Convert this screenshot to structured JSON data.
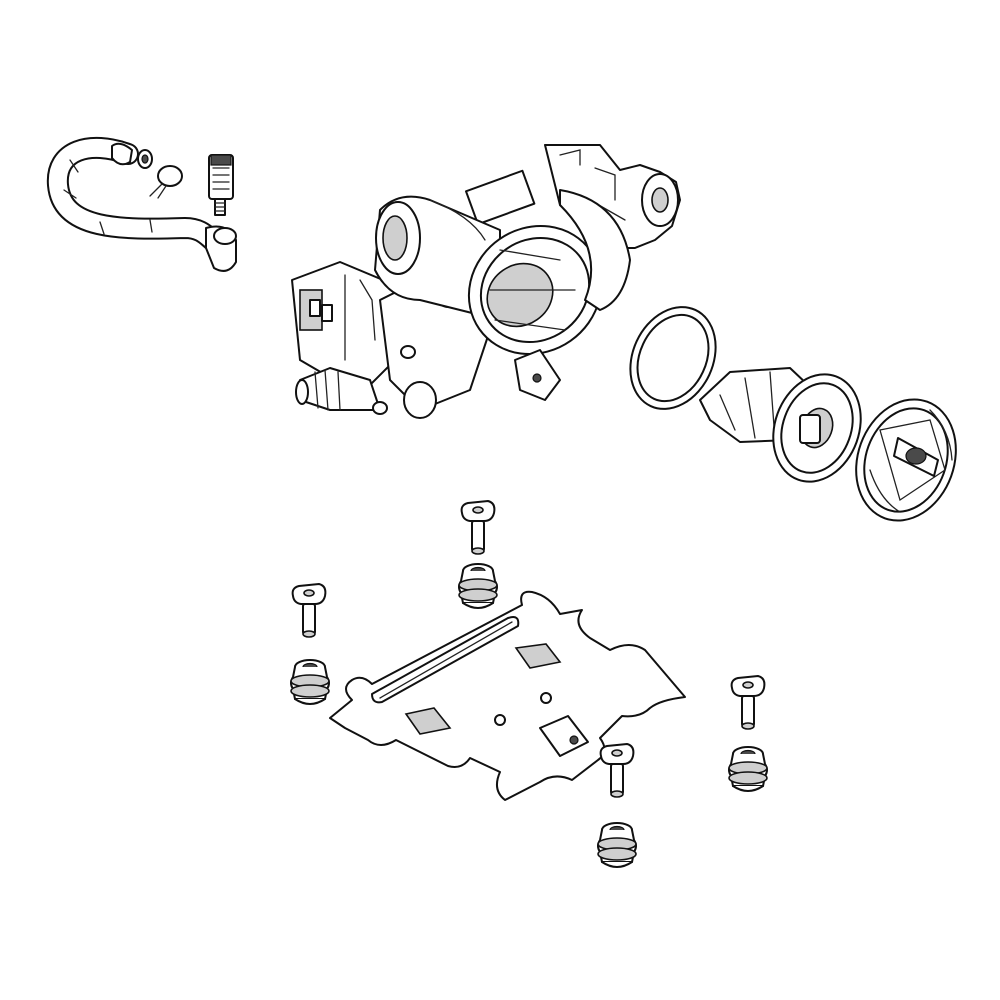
{
  "diagram": {
    "parts": [
      {
        "id": "drain-hose",
        "icon": "drain-hose-icon"
      },
      {
        "id": "hose-clamp",
        "icon": "hose-clamp-icon"
      },
      {
        "id": "hose-coupler",
        "icon": "hose-coupler-icon"
      },
      {
        "id": "filter-tab",
        "icon": "filter-tab-icon"
      },
      {
        "id": "drain-pump-assembly",
        "icon": "drain-pump-icon"
      },
      {
        "id": "pump-motor",
        "icon": "pump-motor-icon"
      },
      {
        "id": "filter-gasket",
        "icon": "gasket-ring-icon"
      },
      {
        "id": "pump-filter",
        "icon": "pump-filter-icon"
      },
      {
        "id": "filter-cap",
        "icon": "filter-cap-icon"
      },
      {
        "id": "mounting-bracket",
        "icon": "mounting-bracket-icon"
      },
      {
        "id": "mounting-pin",
        "icon": "mounting-pin-icon",
        "count": 4
      },
      {
        "id": "rubber-grommet",
        "icon": "rubber-grommet-icon",
        "count": 4
      }
    ],
    "colors": {
      "line": "#111111",
      "shade": "#cfcfcf",
      "dark": "#4a4a4a",
      "background": "#ffffff"
    }
  }
}
